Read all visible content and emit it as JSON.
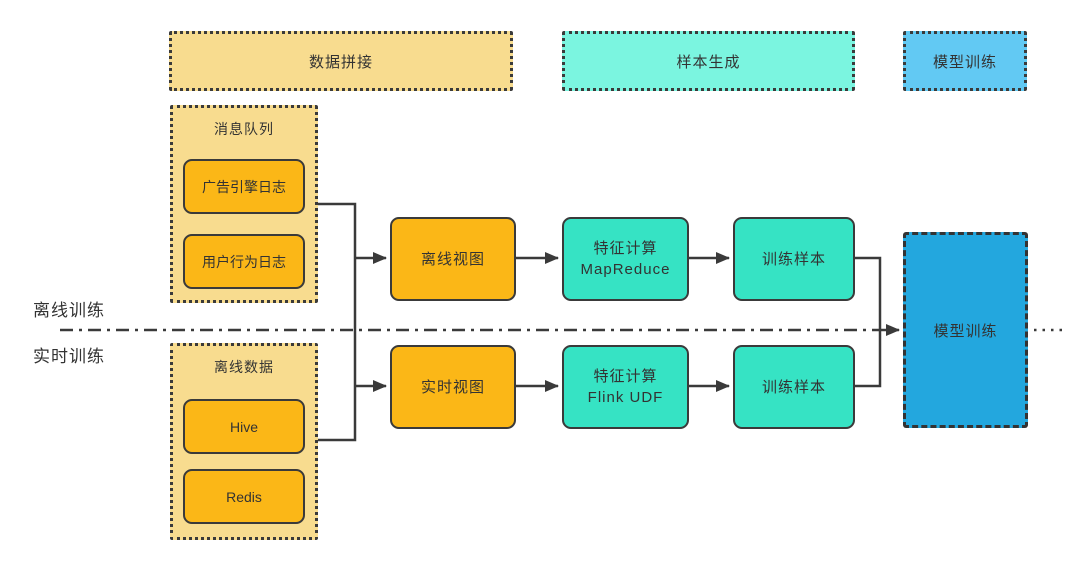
{
  "stages": [
    {
      "label": "数据拼接"
    },
    {
      "label": "样本生成"
    },
    {
      "label": "模型训练"
    }
  ],
  "lanes": {
    "offline": "离线训练",
    "realtime": "实时训练"
  },
  "sources": {
    "message_queue": {
      "title": "消息队列",
      "items": [
        "广告引擎日志",
        "用户行为日志"
      ]
    },
    "offline_data": {
      "title": "离线数据",
      "items": [
        "Hive",
        "Redis"
      ]
    }
  },
  "pipeline": {
    "offline": {
      "view": "离线视图",
      "feature": [
        "特征计算",
        "MapReduce"
      ],
      "sample": "训练样本"
    },
    "realtime": {
      "view": "实时视图",
      "feature": [
        "特征计算",
        "Flink UDF"
      ],
      "sample": "训练样本"
    }
  },
  "model": {
    "label": "模型训练"
  },
  "colors": {
    "stage_data_join_bg": "#F8DC8F",
    "stage_sample_gen_bg": "#7BF5E0",
    "stage_model_train_bg": "#62C9F3",
    "container_bg": "#F8DC8F",
    "node_orange": "#FBB717",
    "node_teal": "#36E3C4",
    "model_blue": "#23A7DE",
    "stroke": "#3A3A3A",
    "text": "#333333"
  }
}
